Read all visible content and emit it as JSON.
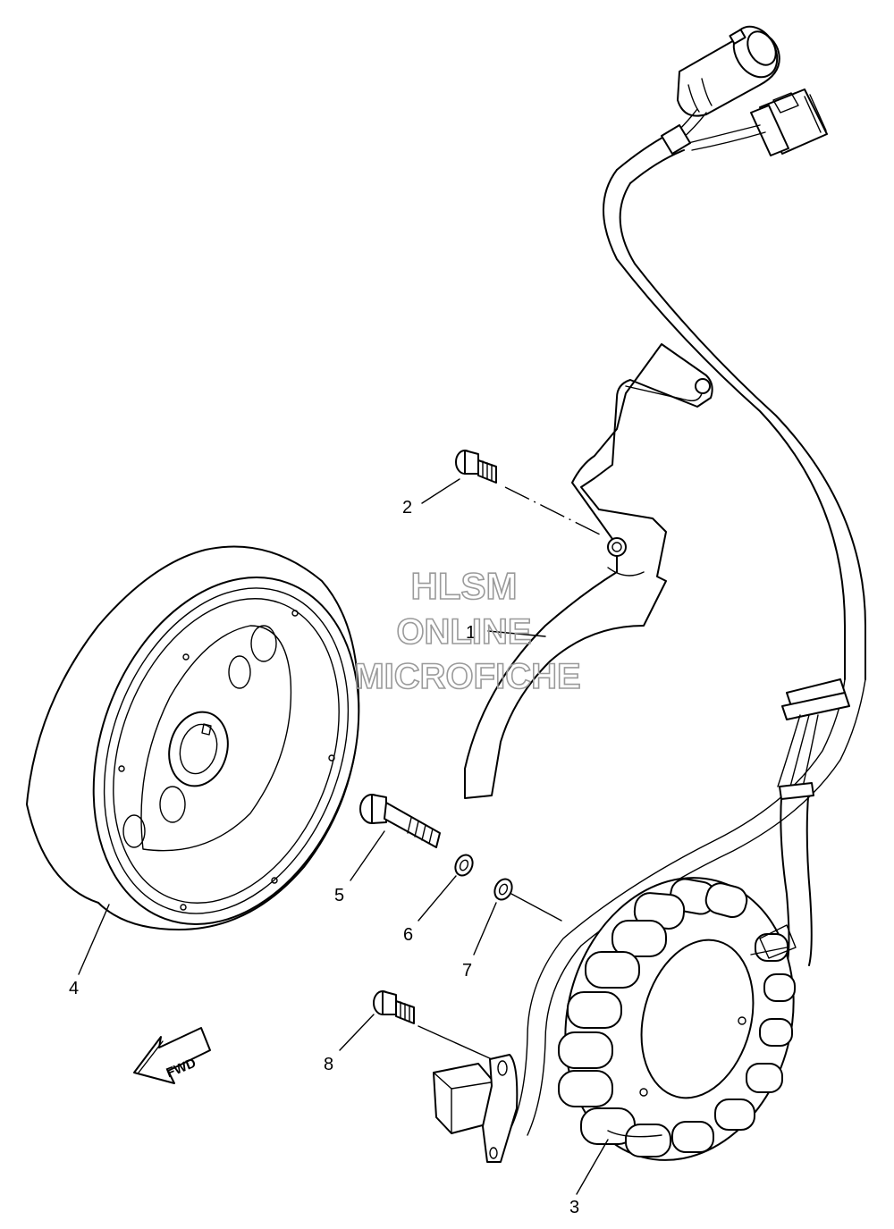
{
  "watermark": {
    "line1": "HLSM",
    "line2": "ONLINE",
    "line3": "MICROFICHE"
  },
  "arrow_label": "FWD",
  "callouts": [
    {
      "id": "1",
      "text": "1"
    },
    {
      "id": "2",
      "text": "2"
    },
    {
      "id": "3",
      "text": "3"
    },
    {
      "id": "4",
      "text": "4"
    },
    {
      "id": "5",
      "text": "5"
    },
    {
      "id": "6",
      "text": "6"
    },
    {
      "id": "7",
      "text": "7"
    },
    {
      "id": "8",
      "text": "8"
    }
  ]
}
